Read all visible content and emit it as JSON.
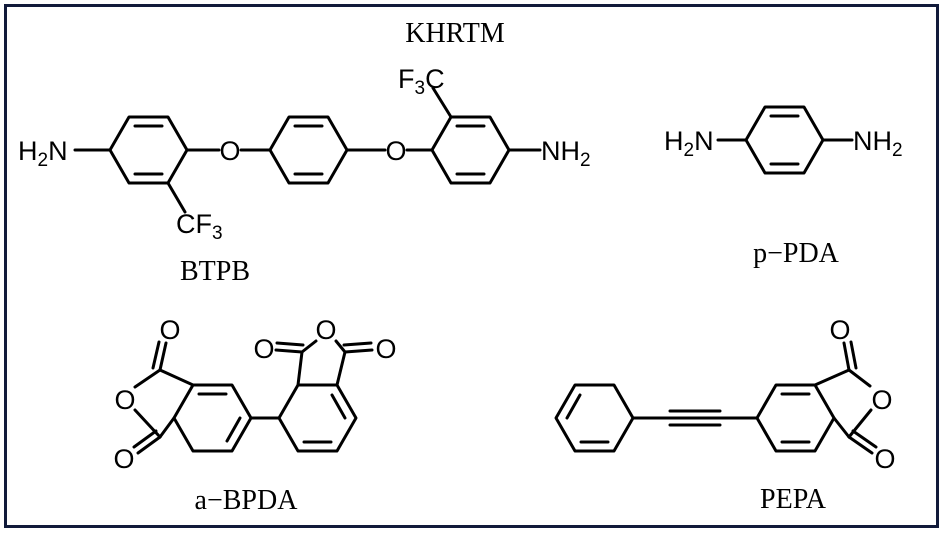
{
  "title": "KHRTM",
  "compounds": {
    "btpb": {
      "name": "BTPB",
      "amine_left": "H",
      "amine_right": "NH",
      "nh": "N",
      "h2": "2",
      "cf3_top_main": "F",
      "cf3_top_c": "C",
      "cf3_bottom": "CF",
      "three": "3",
      "o": "O"
    },
    "ppda": {
      "name": "p−PDA"
    },
    "abpda": {
      "name": "a−BPDA"
    },
    "pepa": {
      "name": "PEPA"
    }
  },
  "labels": {
    "o": "O",
    "h": "H",
    "n": "N",
    "nh": "NH",
    "cf": "CF",
    "f": "F",
    "c": "C",
    "sub2": "2",
    "sub3": "3"
  },
  "colors": {
    "border": "#111a3a",
    "ink": "#000000",
    "background": "#ffffff"
  }
}
